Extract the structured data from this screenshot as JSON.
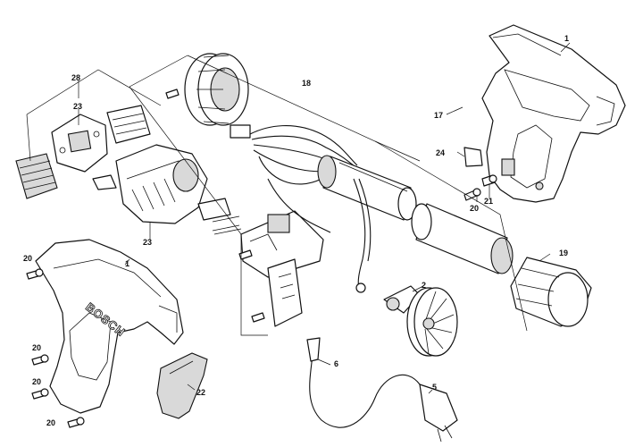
{
  "brand_text": "BOSCH",
  "callouts": {
    "c1_top": "1",
    "c1_left": "1",
    "c2": "2",
    "c5": "5",
    "c6": "6",
    "c17": "17",
    "c18": "18",
    "c19": "19",
    "c20_right": "20",
    "c20_a": "20",
    "c20_b": "20",
    "c20_c": "20",
    "c20_d": "20",
    "c21": "21",
    "c22": "22",
    "c23_top": "23",
    "c23_bottom": "23",
    "c24": "24",
    "c28": "28"
  }
}
